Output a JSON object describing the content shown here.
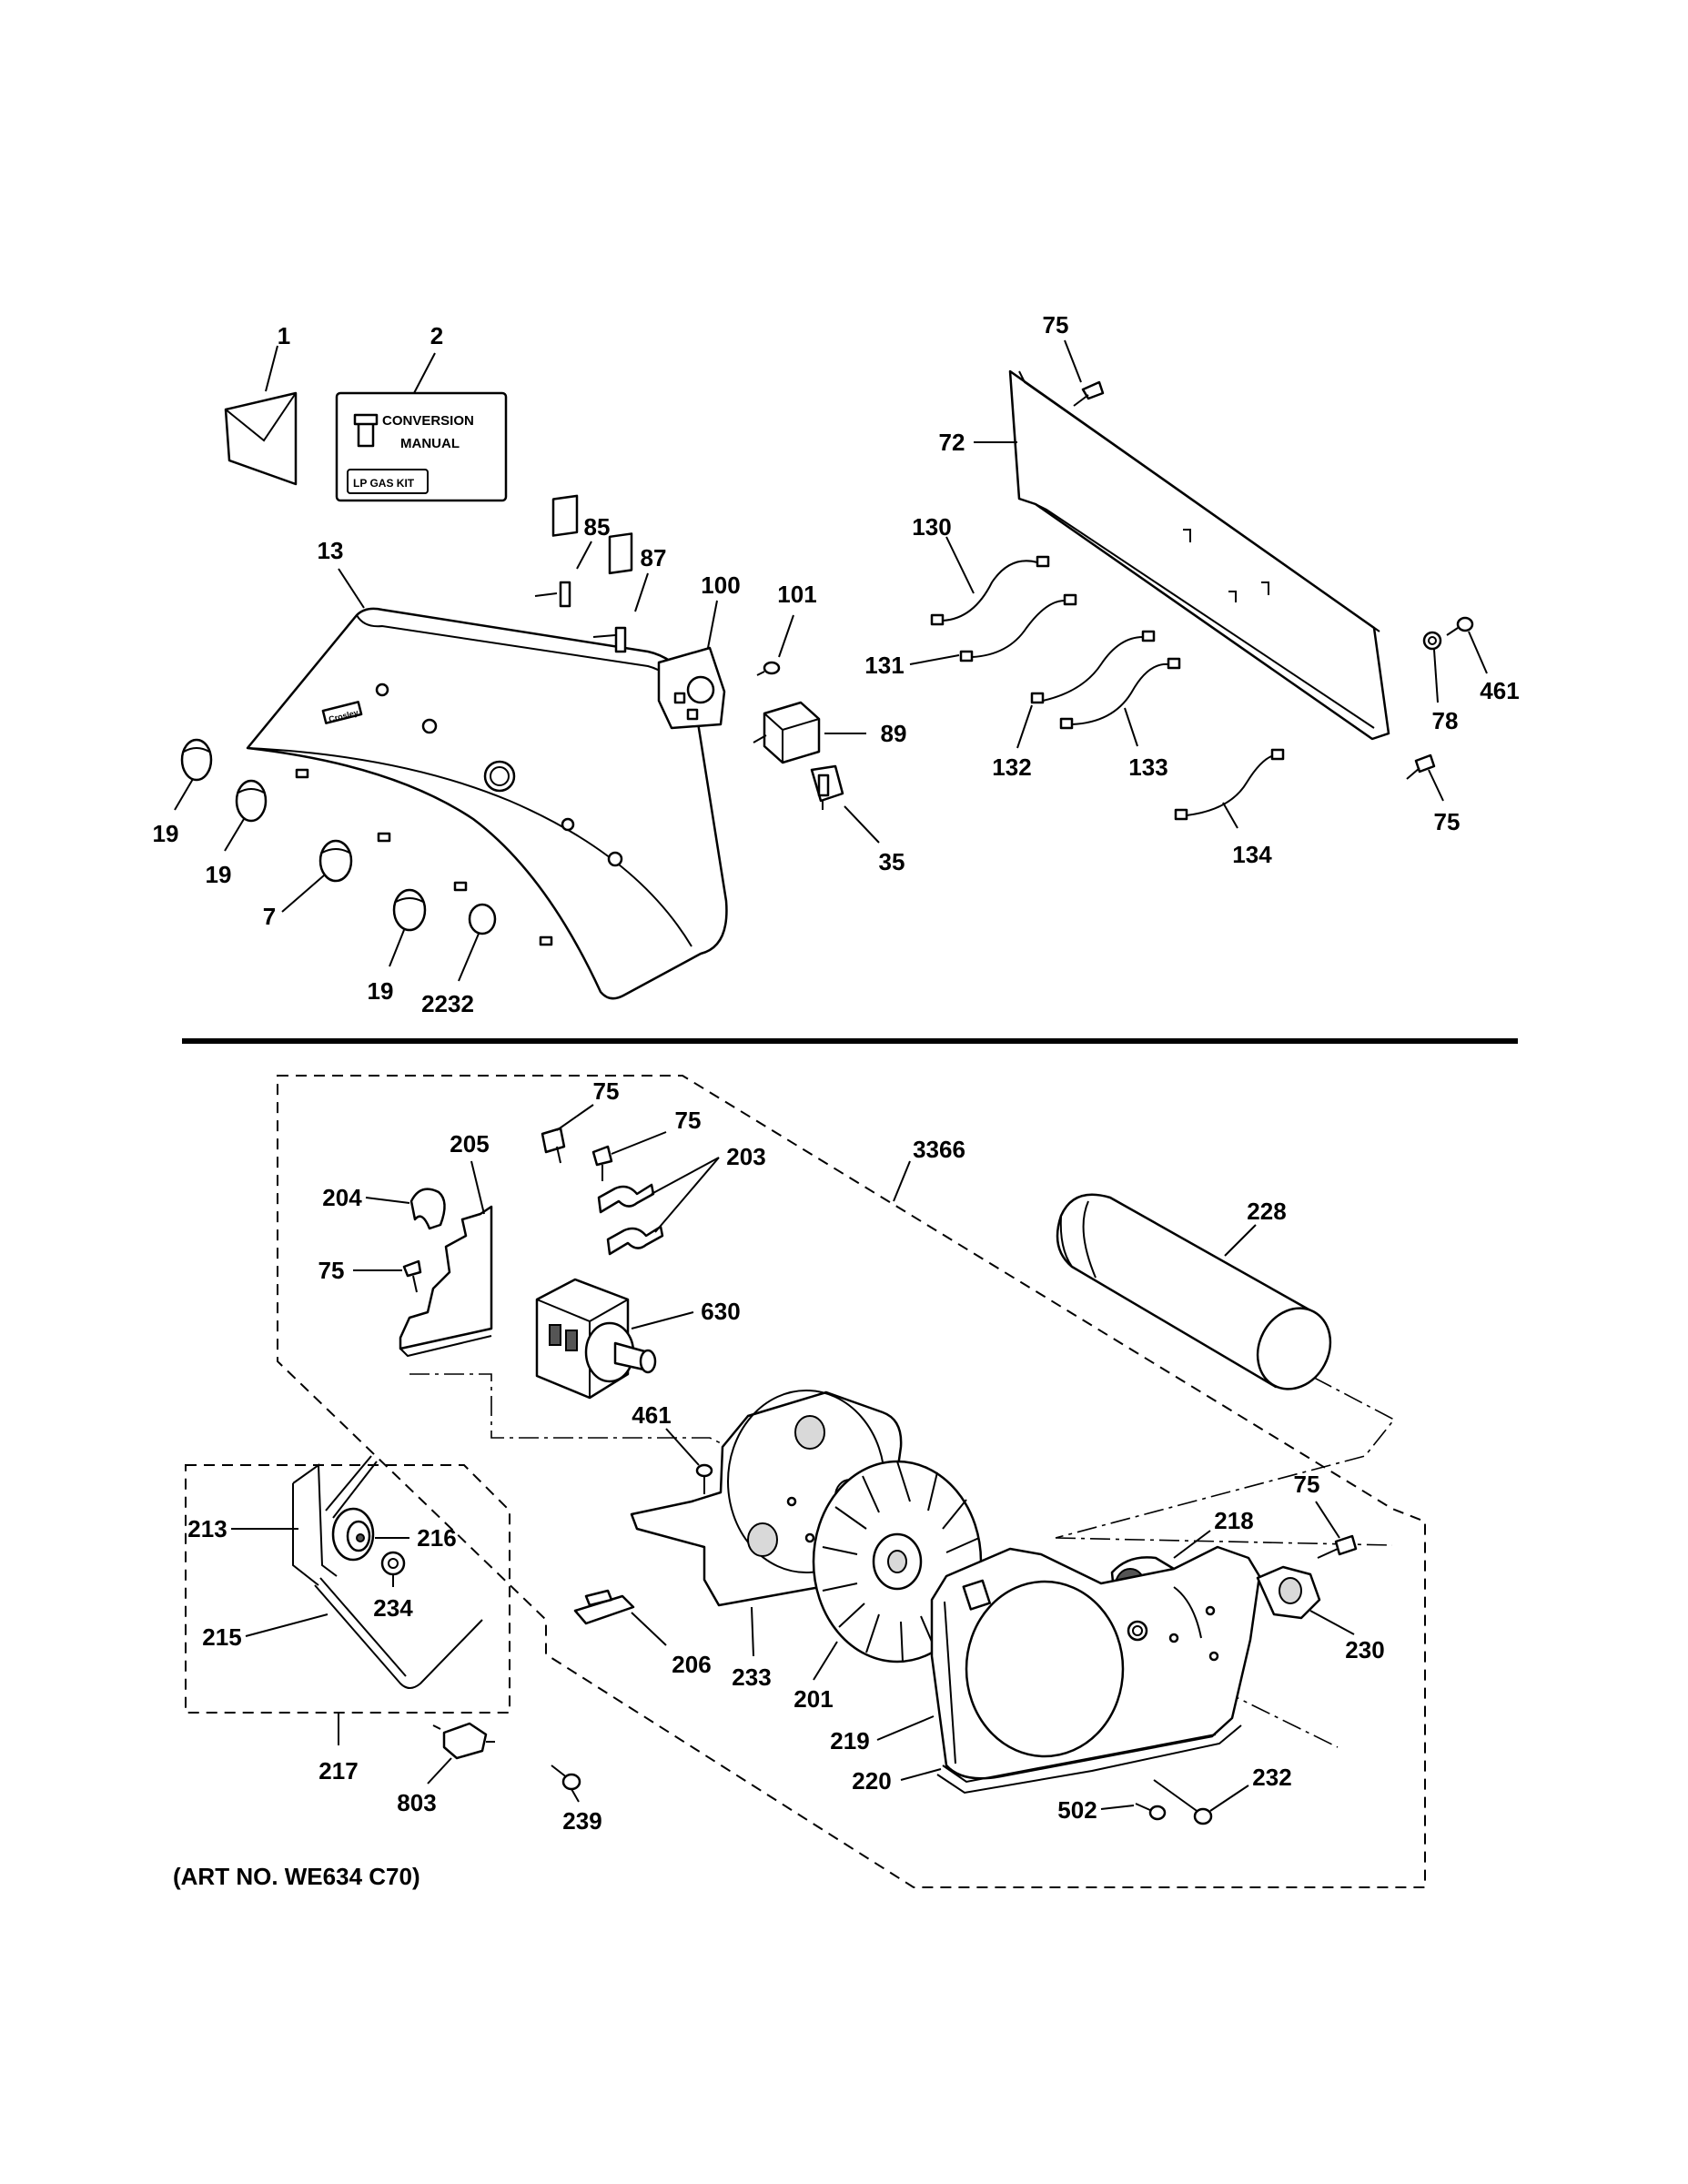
{
  "kit": {
    "title_line1": "CONVERSION",
    "title_line2": "MANUAL",
    "tag": "LP GAS KIT"
  },
  "brand_badge": "Crosley",
  "art_number": "(ART NO. WE634 C70)",
  "callouts": {
    "c1": "1",
    "c2": "2",
    "c13": "13",
    "c85": "85",
    "c87": "87",
    "c100": "100",
    "c101": "101",
    "c89": "89",
    "c35": "35",
    "c19a": "19",
    "c19b": "19",
    "c7": "7",
    "c19c": "19",
    "c2232": "2232",
    "c75a": "75",
    "c72": "72",
    "c130": "130",
    "c131": "131",
    "c132": "132",
    "c133": "133",
    "c134": "134",
    "c78": "78",
    "c461a": "461",
    "c75b": "75",
    "c75c": "75",
    "c75d": "75",
    "c205": "205",
    "c204": "204",
    "c203": "203",
    "c3366": "3366",
    "c228": "228",
    "c75e": "75",
    "c630": "630",
    "c461b": "461",
    "c213": "213",
    "c216": "216",
    "c234": "234",
    "c215": "215",
    "c217": "217",
    "c803": "803",
    "c239": "239",
    "c206": "206",
    "c233": "233",
    "c201": "201",
    "c219": "219",
    "c220": "220",
    "c218": "218",
    "c75f": "75",
    "c230": "230",
    "c232": "232",
    "c502": "502"
  }
}
